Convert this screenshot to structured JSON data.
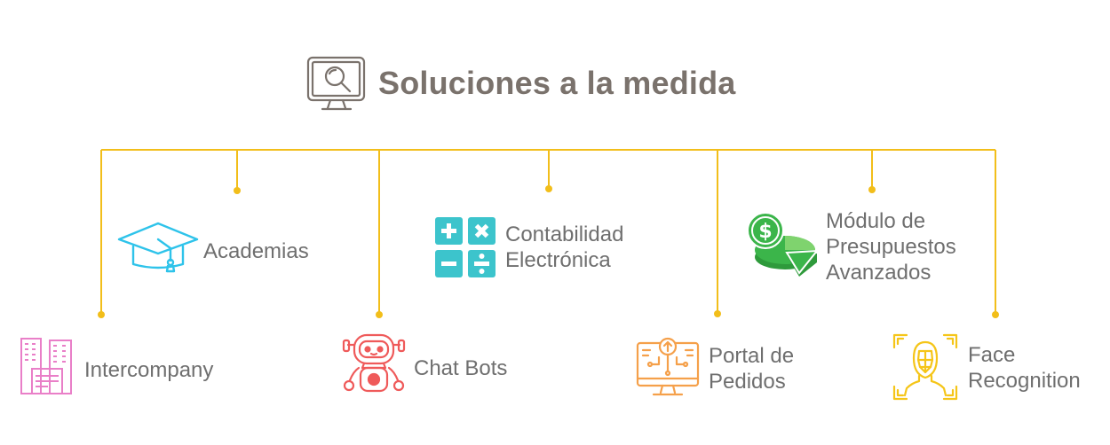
{
  "title": "Soluciones a la medida",
  "accent_color": "#f2be1a",
  "items": [
    {
      "id": "intercompany",
      "lines": [
        "Intercompany"
      ],
      "icon": "office-buildings-icon",
      "color": "#e97fc8"
    },
    {
      "id": "academias",
      "lines": [
        "Academias"
      ],
      "icon": "graduation-cap-icon",
      "color": "#2ec3ea"
    },
    {
      "id": "chat-bots",
      "lines": [
        "Chat Bots"
      ],
      "icon": "robot-icon",
      "color": "#ef5a5a"
    },
    {
      "id": "contabilidad",
      "lines": [
        "Contabilidad",
        "Electrónica"
      ],
      "icon": "calculator-symbols-icon",
      "color": "#3cc4cc"
    },
    {
      "id": "portal",
      "lines": [
        "Portal de",
        "Pedidos"
      ],
      "icon": "computer-upload-icon",
      "color": "#f5a04a"
    },
    {
      "id": "presupuestos",
      "lines": [
        "Módulo de",
        "Presupuestos",
        "Avanzados"
      ],
      "icon": "money-pie-chart-icon",
      "color": "#3bb54a"
    },
    {
      "id": "face",
      "lines": [
        "Face",
        "Recognition"
      ],
      "icon": "face-scan-icon",
      "color": "#f5c518"
    }
  ]
}
